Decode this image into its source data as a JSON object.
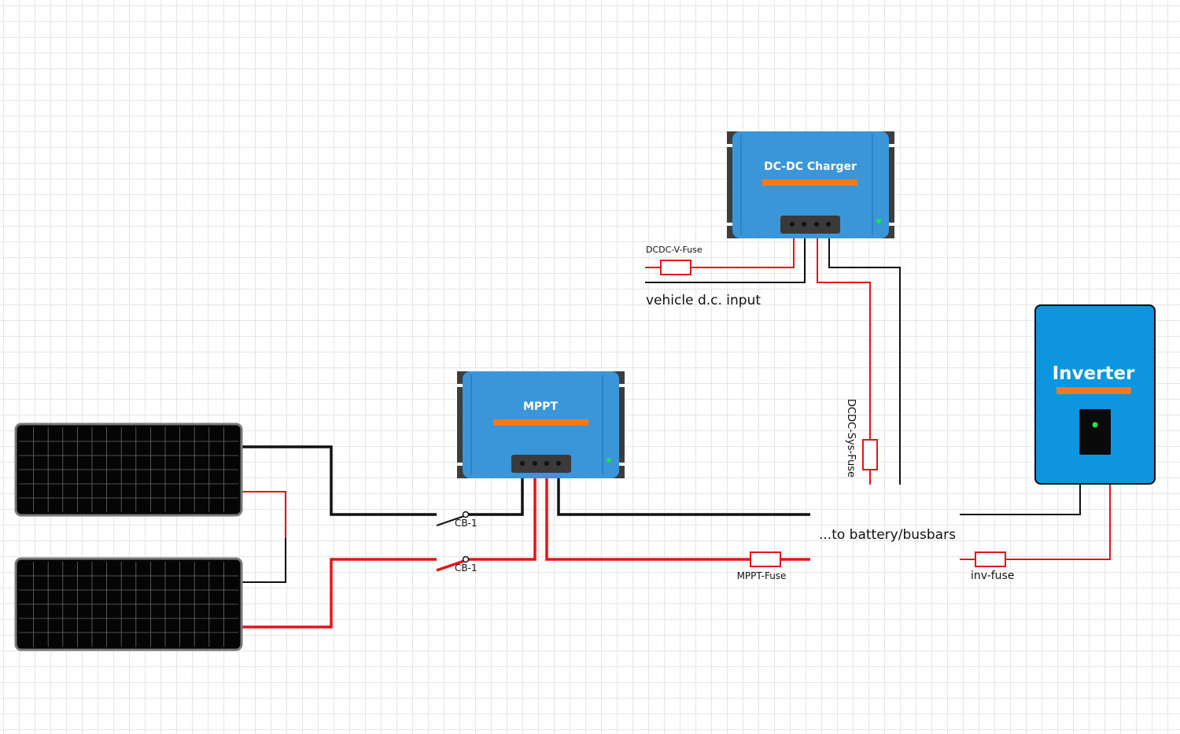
{
  "devices": {
    "mppt": {
      "title": "MPPT"
    },
    "dcdc": {
      "title": "DC-DC Charger"
    },
    "inverter": {
      "title": "Inverter"
    }
  },
  "labels": {
    "cb_top": "CB-1",
    "cb_bottom": "CB-1",
    "mppt_fuse": "MPPT-Fuse",
    "dcdc_v_fuse": "DCDC-V-Fuse",
    "dcdc_sys_fuse": "DCDC-Sys-Fuse",
    "inv_fuse": "inv-fuse",
    "vehicle_input": "vehicle d.c. input",
    "battery_busbars": "...to battery/busbars"
  },
  "colors": {
    "positive_wire": "#e8121b",
    "negative_wire": "#111111",
    "device_blue": "#3a96d8",
    "device_blue_dark": "#2d83c4",
    "accent_stripe": "#f07a20",
    "bracket_grey": "#3d3d3d",
    "terminal_block": "#3a3a3a",
    "led_green": "#1ee44a",
    "inverter_blue": "#0d96df",
    "panel_black": "#050505"
  }
}
